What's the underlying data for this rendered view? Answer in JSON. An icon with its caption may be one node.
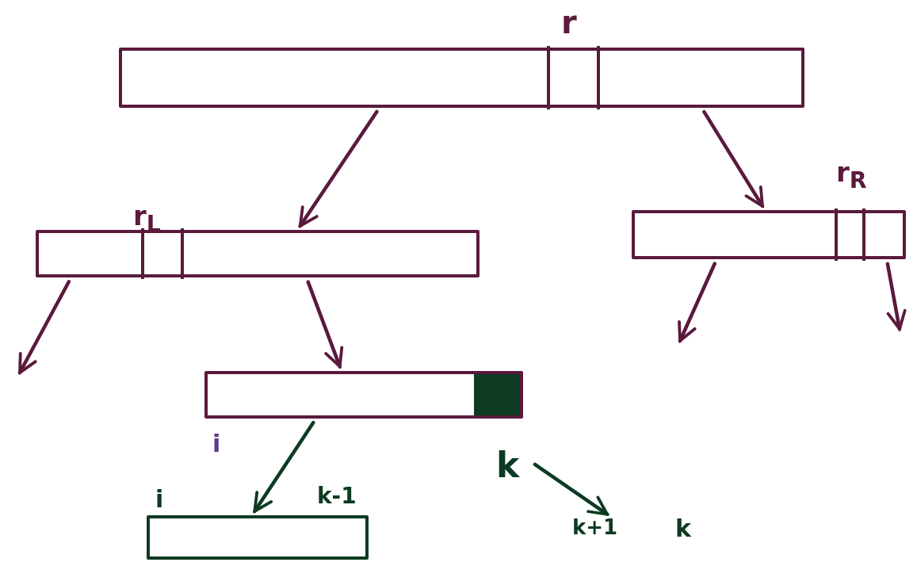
{
  "diagram": {
    "nodes": [
      {
        "text": [],
        "shape": "bar"
      },
      {
        "text": [],
        "shape": "bar"
      },
      {
        "text": [],
        "shape": "bar"
      },
      {
        "text": [],
        "shape": "bar"
      },
      {
        "text": [],
        "shape": "bar"
      },
      {
        "text": [
          "k"
        ]
      },
      {
        "text": [
          "k+1"
        ]
      }
    ],
    "edges": [
      {
        "from": 0,
        "to": 1,
        "arrow": "to"
      },
      {
        "from": 0,
        "to": 2,
        "arrow": "to"
      },
      {
        "from": 1,
        "to": null,
        "arrow": "to"
      },
      {
        "from": 1,
        "to": 3,
        "arrow": "to"
      },
      {
        "from": 2,
        "to": null,
        "arrow": "to"
      },
      {
        "from": 2,
        "to": null,
        "arrow": "to"
      },
      {
        "from": 3,
        "to": 4,
        "arrow": "to",
        "color": "#0d3b22"
      },
      {
        "from": 5,
        "to": 6,
        "arrow": "to",
        "color": "#0d3b22"
      }
    ],
    "labels": [
      "r",
      "r$_{L}$",
      "r$_{R}$",
      "i",
      "i",
      "k-1",
      "k"
    ]
  }
}
